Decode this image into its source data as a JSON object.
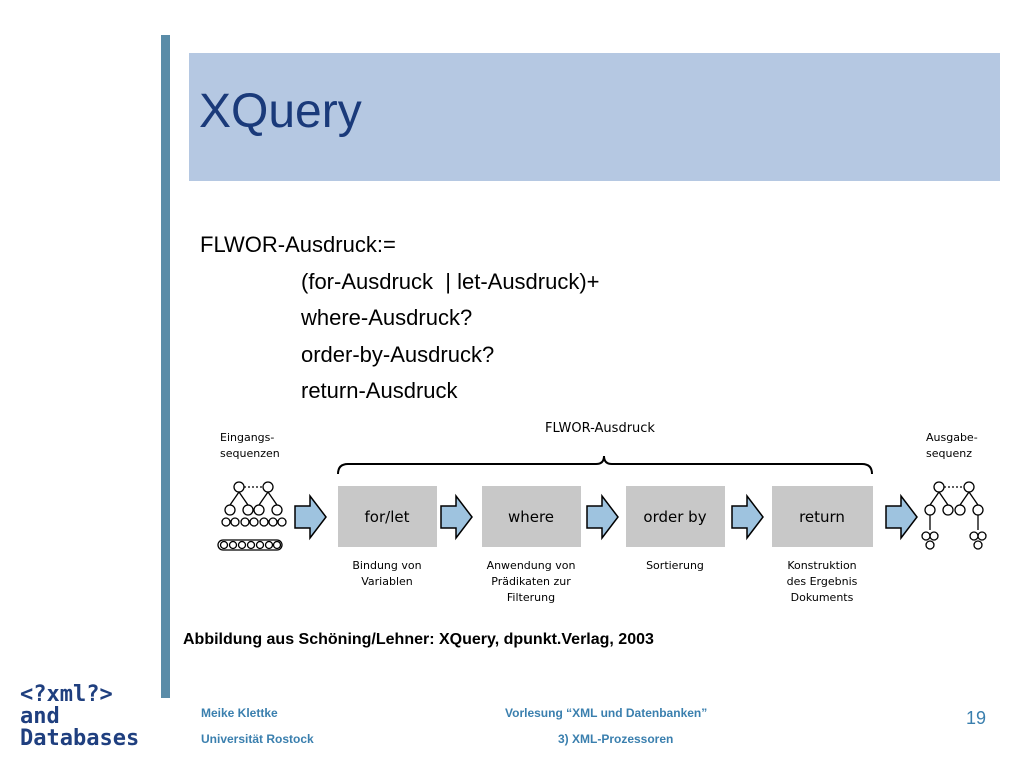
{
  "slide": {
    "title": "XQuery",
    "definition": [
      "FLWOR-Ausdruck:=",
      "(for-Ausdruck  | let-Ausdruck)+",
      "where-Ausdruck?",
      "order-by-Ausdruck?",
      "return-Ausdruck"
    ],
    "caption": "Abbildung aus Schöning/Lehner: XQuery, dpunkt.Verlag, 2003"
  },
  "diagram": {
    "brace_label": "FLWOR-Ausdruck",
    "input_label": [
      "Eingangs-",
      "sequenzen"
    ],
    "output_label": [
      "Ausgabe-",
      "sequenz"
    ],
    "stages": [
      {
        "label": "for/let",
        "desc": [
          "Bindung von",
          "Variablen"
        ]
      },
      {
        "label": "where",
        "desc": [
          "Anwendung von",
          "Prädikaten zur",
          "Filterung"
        ]
      },
      {
        "label": "order by",
        "desc": [
          "Sortierung"
        ]
      },
      {
        "label": "return",
        "desc": [
          "Konstruktion",
          "des Ergebnis",
          "Dokuments"
        ]
      }
    ],
    "colors": {
      "stage_fill": "#c8c8c8",
      "arrow_fill": "#9ec3df"
    }
  },
  "logo": {
    "line1": "<?xml?>",
    "line2": "and",
    "line3": "Databases"
  },
  "footer": {
    "author": "Meike Klettke",
    "university": "Universität Rostock",
    "lecture": "Vorlesung “XML und Datenbanken”",
    "chapter": "3) XML-Prozessoren",
    "page": "19"
  }
}
